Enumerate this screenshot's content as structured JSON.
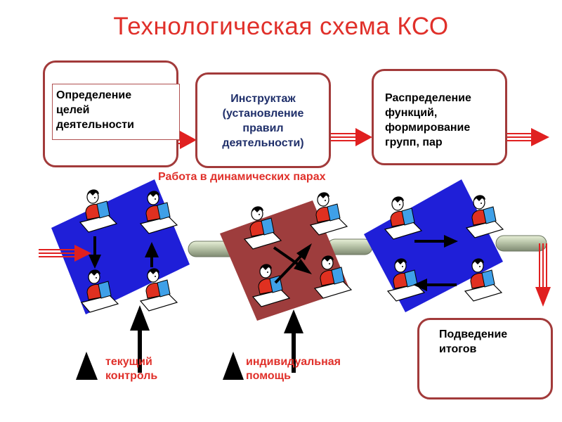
{
  "title": "Технологическая схема КСО",
  "stages": {
    "goals": [
      "Определение",
      "целей",
      "деятельности"
    ],
    "instruction": [
      "Инструктаж",
      "(установление",
      "правил",
      "деятельности)"
    ],
    "distribution": [
      "Распределение",
      "функций,",
      "формирование",
      "групп, пар"
    ],
    "summary": [
      "Подведение",
      "итогов"
    ]
  },
  "pairs_caption": "Работа в динамических парах",
  "legend": {
    "current_control": [
      "текущий",
      "контроль"
    ],
    "individual_help": [
      "индивидуальная",
      "помощь"
    ]
  },
  "colors": {
    "accent": "#e0302a",
    "box_border": "#a23a3a",
    "blue_square": "#1f1fd8",
    "brown_square": "#9e3d3d"
  }
}
